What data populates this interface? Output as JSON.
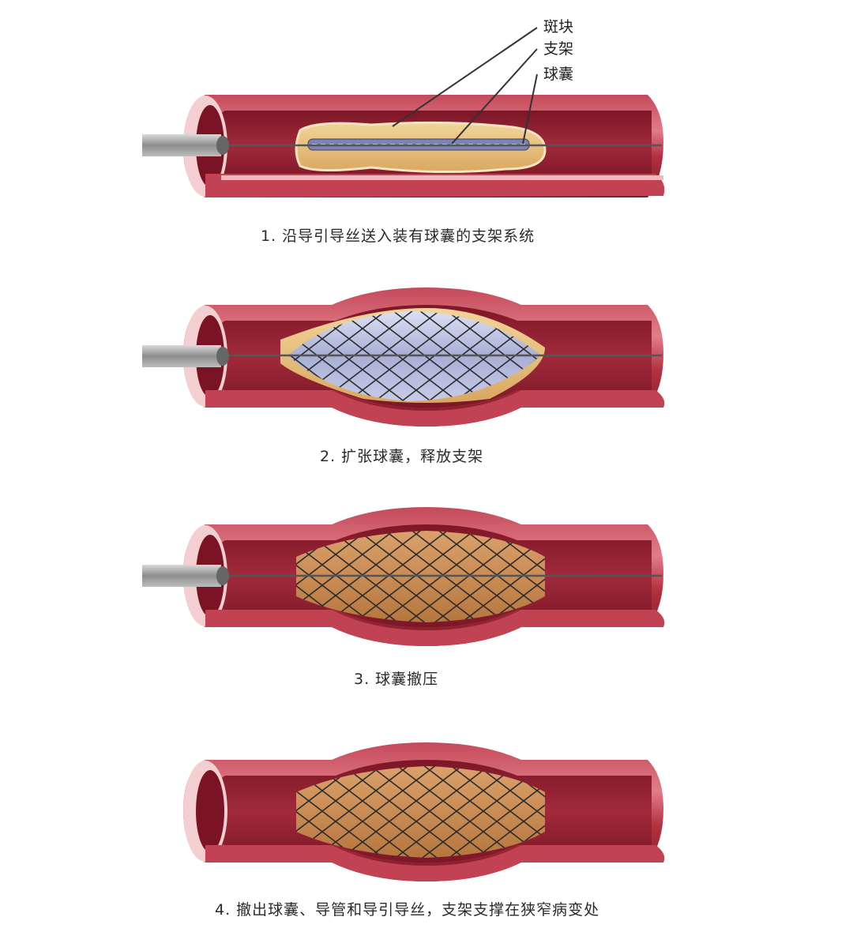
{
  "labels": {
    "plaque": "斑块",
    "stent": "支架",
    "balloon": "球囊"
  },
  "steps": [
    {
      "caption": "1. 沿导引导丝送入装有球囊的支架系统"
    },
    {
      "caption": "2. 扩张球囊，释放支架"
    },
    {
      "caption": "3. 球囊撤压"
    },
    {
      "caption": "4. 撤出球囊、导管和导引导丝，支架支撑在狭窄病变处"
    }
  ],
  "colors": {
    "vessel_outer": "#a8283a",
    "vessel_lumen": "#8e1f2f",
    "vessel_highlight": "#e07a86",
    "vessel_cut": "#f3cfd2",
    "plaque": "#e8c07a",
    "balloon": "#b9bde0",
    "stent_mesh": "#2b2b2b",
    "stent_fill": "#c98a4a",
    "catheter": "#9a9a9a"
  }
}
